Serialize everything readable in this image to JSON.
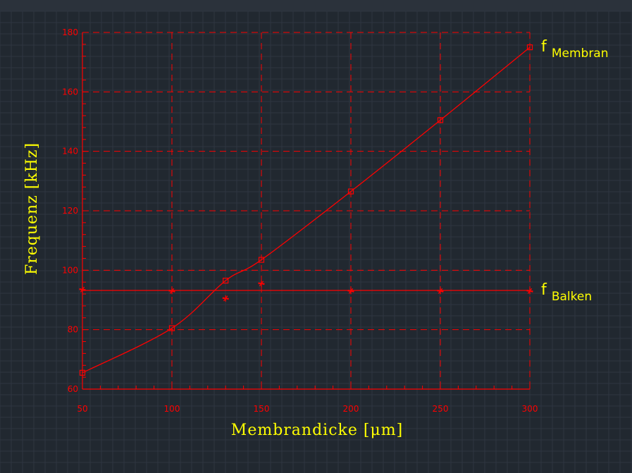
{
  "chart_data": {
    "type": "line",
    "xlabel": "Membrandicke [μm]",
    "ylabel": "Frequenz [kHz]",
    "xlim": [
      50,
      300
    ],
    "ylim": [
      60,
      180
    ],
    "x_ticks": [
      "50",
      "100",
      "150",
      "200",
      "250",
      "300"
    ],
    "y_ticks": [
      "60",
      "80",
      "100",
      "120",
      "140",
      "160",
      "180"
    ],
    "grid": true,
    "series": [
      {
        "name": "f_Membran",
        "label_main": "f",
        "label_sub": "Membran",
        "marker": "square",
        "x": [
          50,
          100,
          130,
          150,
          200,
          250,
          300
        ],
        "y": [
          65.5,
          80.5,
          96.5,
          103.5,
          126.5,
          150.5,
          175
        ]
      },
      {
        "name": "f_Balken",
        "label_main": "f",
        "label_sub": "Balken",
        "marker": "star",
        "x": [
          50,
          100,
          130,
          150,
          200,
          250,
          300
        ],
        "y": [
          93.5,
          93,
          90.5,
          95.5,
          93,
          93,
          93
        ],
        "fit_y": 93.2
      }
    ]
  },
  "colors": {
    "background": "#212830",
    "chart": "#ff0000",
    "text": "#ffff00",
    "cad_grid": "#2e3641"
  }
}
